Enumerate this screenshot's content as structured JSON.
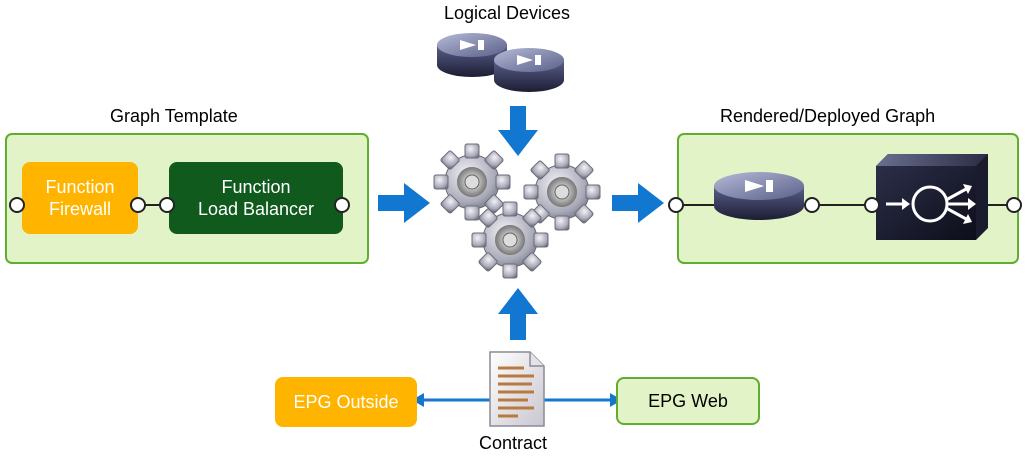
{
  "logical_devices": {
    "label": "Logical Devices"
  },
  "graph_template": {
    "title": "Graph Template",
    "function_firewall": "Function\nFirewall",
    "function_lb": "Function\nLoad Balancer"
  },
  "rendered_graph": {
    "title": "Rendered/Deployed Graph"
  },
  "contract": {
    "label": "Contract",
    "epg_outside": "EPG Outside",
    "epg_web": "EPG Web"
  },
  "colors": {
    "arrow_blue": "#1177d1",
    "panel_fill": "#e3f3c8",
    "panel_border": "#5fae2e",
    "firewall_orange": "#ffb400",
    "lb_dark_green": "#105a1e"
  }
}
